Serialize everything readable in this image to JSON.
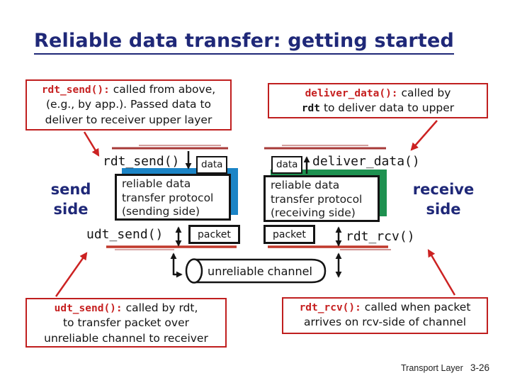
{
  "slide": {
    "title": "Reliable data transfer: getting started",
    "footer": {
      "label": "Transport Layer",
      "page": "3-26"
    }
  },
  "callouts": {
    "top_left": {
      "code": "rdt_send():",
      "line1": " called from above,",
      "line2": "(e.g., by app.). Passed data to",
      "line3": "deliver to receiver upper layer"
    },
    "top_right": {
      "code": "deliver_data():",
      "line1": " called by",
      "line2_code": "rdt",
      "line2": " to deliver data to upper"
    },
    "bottom_left": {
      "code": "udt_send():",
      "line1": " called by rdt,",
      "line2": "to transfer packet over",
      "line3": "unreliable channel to receiver"
    },
    "bottom_right": {
      "code": "rdt_rcv():",
      "line1": " called when packet",
      "line2": "arrives on rcv-side of channel"
    }
  },
  "diagram": {
    "rdt_send": "rdt_send()",
    "deliver_data": "deliver_data()",
    "udt_send": "udt_send()",
    "rdt_rcv": "rdt_rcv()",
    "data_left": "data",
    "data_right": "data",
    "packet_left": "packet",
    "packet_right": "packet",
    "send_side": {
      "line1": "send",
      "line2": "side"
    },
    "receive_side": {
      "line1": "receive",
      "line2": "side"
    },
    "sender_box": {
      "line1": "reliable data",
      "line2": "transfer protocol",
      "line3": "(sending side)"
    },
    "receiver_box": {
      "line1": "reliable data",
      "line2": "transfer protocol",
      "line3": "(receiving side)"
    },
    "channel": "unreliable channel"
  },
  "colors": {
    "title_navy": "#1f2878",
    "callout_border_red": "#c01f1f",
    "code_red": "#c62020",
    "interface_line_red": "#a73a38",
    "channel_line_red": "#c0392b",
    "arrow_red": "#cc2222",
    "sender_shadow_blue": "#1b84c6",
    "receiver_shadow_green": "#1e9150"
  }
}
